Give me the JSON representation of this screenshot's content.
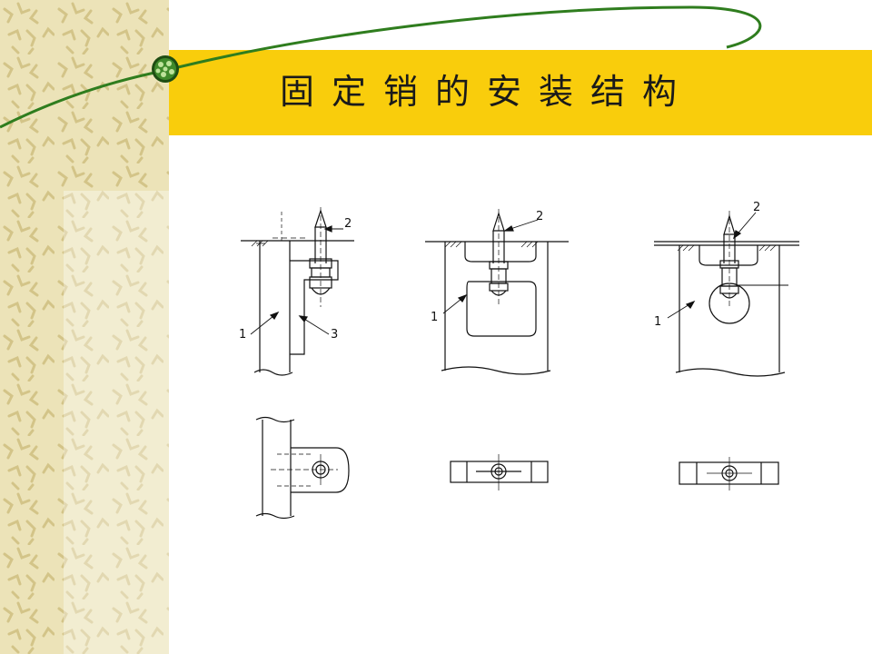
{
  "slide": {
    "title": "固定销的安装结构"
  },
  "drawings": [
    {
      "part_labels": [
        "1",
        "2",
        "3"
      ]
    },
    {
      "part_labels": [
        "1",
        "2"
      ]
    },
    {
      "part_labels": [
        "1",
        "2"
      ]
    }
  ],
  "colors": {
    "title_band": "#f9cd0c",
    "sidebar": "#ece3b8",
    "curve": "#2f7d1e",
    "ink": "#111111"
  }
}
